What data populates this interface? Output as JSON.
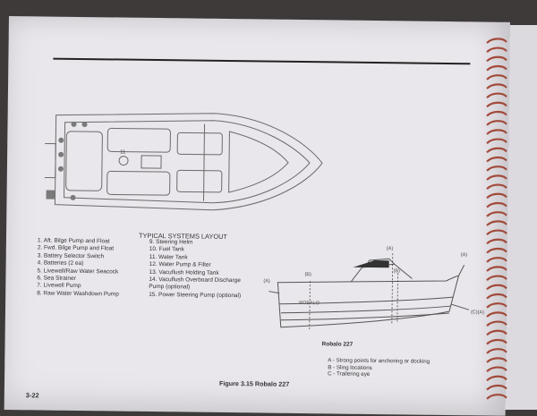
{
  "diagram_title": "TYPICAL SYSTEMS LAYOUT",
  "systems_left": [
    "1.  Aft. Bilge Pump and Float",
    "2.  Fwd. Bilge Pump and Float",
    "3.  Battery Selector Switch",
    "4.  Batteries (2 ea)",
    "5.  Livewell/Raw Water Seacock",
    "6.  Sea Strainer",
    "7.  Livewell Pump",
    "8.  Raw Water Washdown Pump"
  ],
  "systems_right": [
    "9.  Steering Helm",
    "10. Fuel Tank",
    "11. Water Tank",
    "12. Water Pump & Filter",
    "13. Vacuflush Holding Tank",
    "14. Vacuflush Overboard Discharge",
    "      Pump (optional)",
    "15. Power Steering Pump (optional)"
  ],
  "side_view": {
    "model": "Robalo 227",
    "hull_text": "ROBALO",
    "callouts": [
      "(A)",
      "(B)",
      "(A)",
      "(B)",
      "(A)",
      "(C)(A)"
    ]
  },
  "legend": [
    "A - Strong points for anchoring or docking",
    "B - Sling locations",
    "C - Trailering eye"
  ],
  "figure_caption": "Figure 3.15 Robalo 227",
  "page_number": "3-22",
  "top_view_numbers": [
    "11"
  ]
}
